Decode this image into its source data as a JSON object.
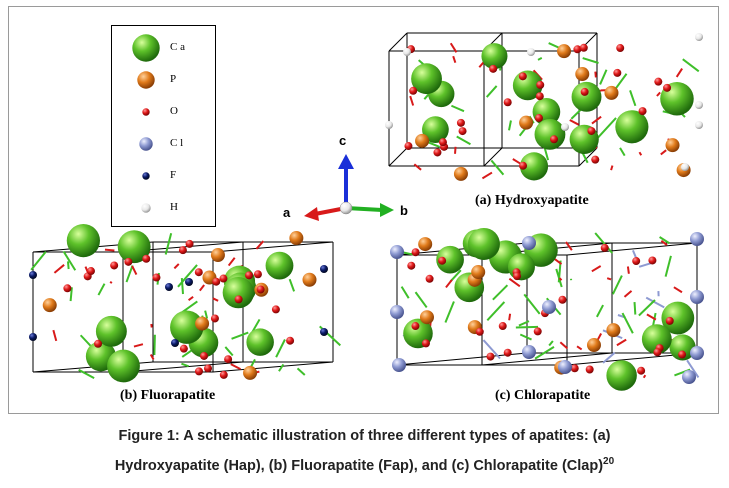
{
  "legend": {
    "items": [
      {
        "label": "C a",
        "color": "#5ec22a",
        "icon": "calcium-atom"
      },
      {
        "label": "P",
        "color": "#e07a1a",
        "icon": "phosphorus-atom"
      },
      {
        "label": "O",
        "color": "#e01818",
        "icon": "oxygen-atom"
      },
      {
        "label": "C l",
        "color": "#8e9ad2",
        "icon": "chlorine-atom"
      },
      {
        "label": "F",
        "color": "#0a1a66",
        "icon": "fluorine-atom"
      },
      {
        "label": "H",
        "color": "#e8e8e8",
        "icon": "hydrogen-atom"
      }
    ]
  },
  "axes": {
    "a": "a",
    "b": "b",
    "c": "c"
  },
  "panels": {
    "hydroxyapatite": "(a) Hydroxyapatite",
    "fluorapatite": "(b) Fluorapatite",
    "chlorapatite": "(c) Chlorapatite"
  },
  "caption": {
    "line1": "Figure 1: A schematic illustration of three different types of apatites: (a)",
    "line2": "Hydroxyapatite (Hap), (b) Fluorapatite (Fap), and (c) Chlorapatite (Clap)",
    "ref": "20"
  }
}
